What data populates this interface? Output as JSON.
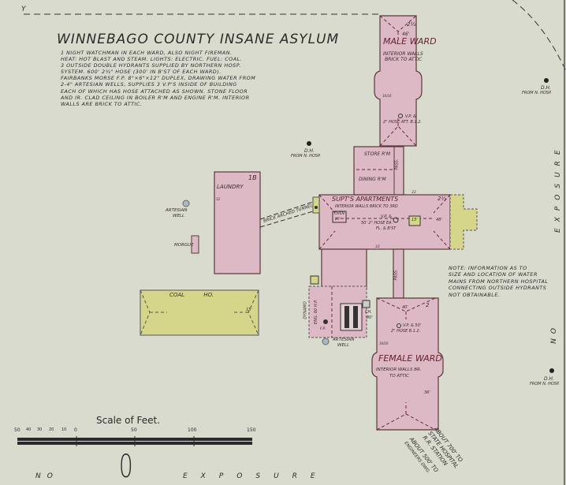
{
  "title": "Winnebago County Insane Asylum",
  "notes": [
    "1 Night watchman in each ward, also night fireman.",
    "Heat: Hot blast and steam. Lights: Electric. Fuel: Coal.",
    "3 outside double hydrants supplied by Northern Hosp.",
    "System. 600' 2½\" hose (300' in B'st of each ward).",
    "Fairbanks Morse F.P. 8\"×6\"×12\" Duplex, drawing water from",
    "2-4\" Artesian wells, supplies 3 V.P's inside of building",
    "each of which has hose attached as shown. Stone floor",
    "and ir. clad ceiling in boiler r'm and engine r'm. Interior",
    "walls are brick to attic."
  ],
  "top_left_mark": "Y",
  "buildings": {
    "male_ward": {
      "name": "Male Ward",
      "sub": [
        "Interior walls",
        "brick to attic"
      ],
      "stories": "2½",
      "height": "46'",
      "hose": [
        "V.P. &",
        "2\" hose att. B.1.2."
      ],
      "side": "16/16"
    },
    "store_room": "Store R'm",
    "dining_room": "Dining R'm",
    "pass_upper": "Pass.",
    "supts": {
      "name": "Supt's Apartments",
      "sub": "Interior walls brick to 3rd",
      "stories": "2½",
      "oven": "Oven",
      "oven_h": "25'",
      "hose": [
        "V.P. &",
        "50' 2\" hose ea.",
        "fl. & B'st"
      ],
      "height": "48'",
      "tank": "15'",
      "marks": [
        "33",
        "33"
      ]
    },
    "laundry": {
      "name": "Laundry",
      "stories": "1B",
      "side": "12"
    },
    "tunnel": "Brick arched tunnel",
    "morgue": "Morgue",
    "coal": {
      "name": "Coal Ho.",
      "height": "15'"
    },
    "dynamo": {
      "name": [
        "Dynamo",
        "Eng. 60 H.P."
      ],
      "fp": "F.P."
    },
    "chimney": [
      "Ch.",
      "80'"
    ],
    "pass_lower": "Pass.",
    "female_ward": {
      "name": "Female Ward",
      "sub": [
        "Interior walls br.",
        "to attic"
      ],
      "stories": "2",
      "height": "40'",
      "hose": [
        "V.P. & 50'",
        "2\" hose B.1.2."
      ],
      "side": "16/16",
      "height2": "36'"
    }
  },
  "wells": [
    {
      "label": [
        "Artesian",
        "Well"
      ]
    },
    {
      "label": [
        "Artesian",
        "Well"
      ]
    }
  ],
  "hydrants": [
    {
      "label": [
        "D.H.",
        "From N. Hosp."
      ]
    },
    {
      "label": [
        "D.H.",
        "From N. Hosp."
      ]
    },
    {
      "label": [
        "D.H.",
        "From N. Hosp."
      ]
    }
  ],
  "note": [
    "NOTE: Information as to",
    "size and location of water",
    "mains from Northern Hospital",
    "connecting outside hydrants",
    "not obtainable."
  ],
  "directions": [
    [
      "About 700' to",
      "State Hospital",
      "R.R. Station"
    ],
    [
      "About 500' to",
      "Engineers Dwg."
    ]
  ],
  "scale": {
    "title": "Scale of Feet.",
    "ticks": [
      "50",
      "40",
      "30",
      "20",
      "10",
      "0",
      "50",
      "100",
      "150"
    ]
  },
  "exposure_bottom": {
    "no": "No",
    "word": "Exposure"
  },
  "exposure_right": {
    "no": "No",
    "word": "Exposure"
  },
  "sheet_number": "0",
  "colors": {
    "paper": "#d8dbcd",
    "brick": "#dcb9c5",
    "frame": "#d6d68a",
    "ink": "#2a2a2a"
  }
}
